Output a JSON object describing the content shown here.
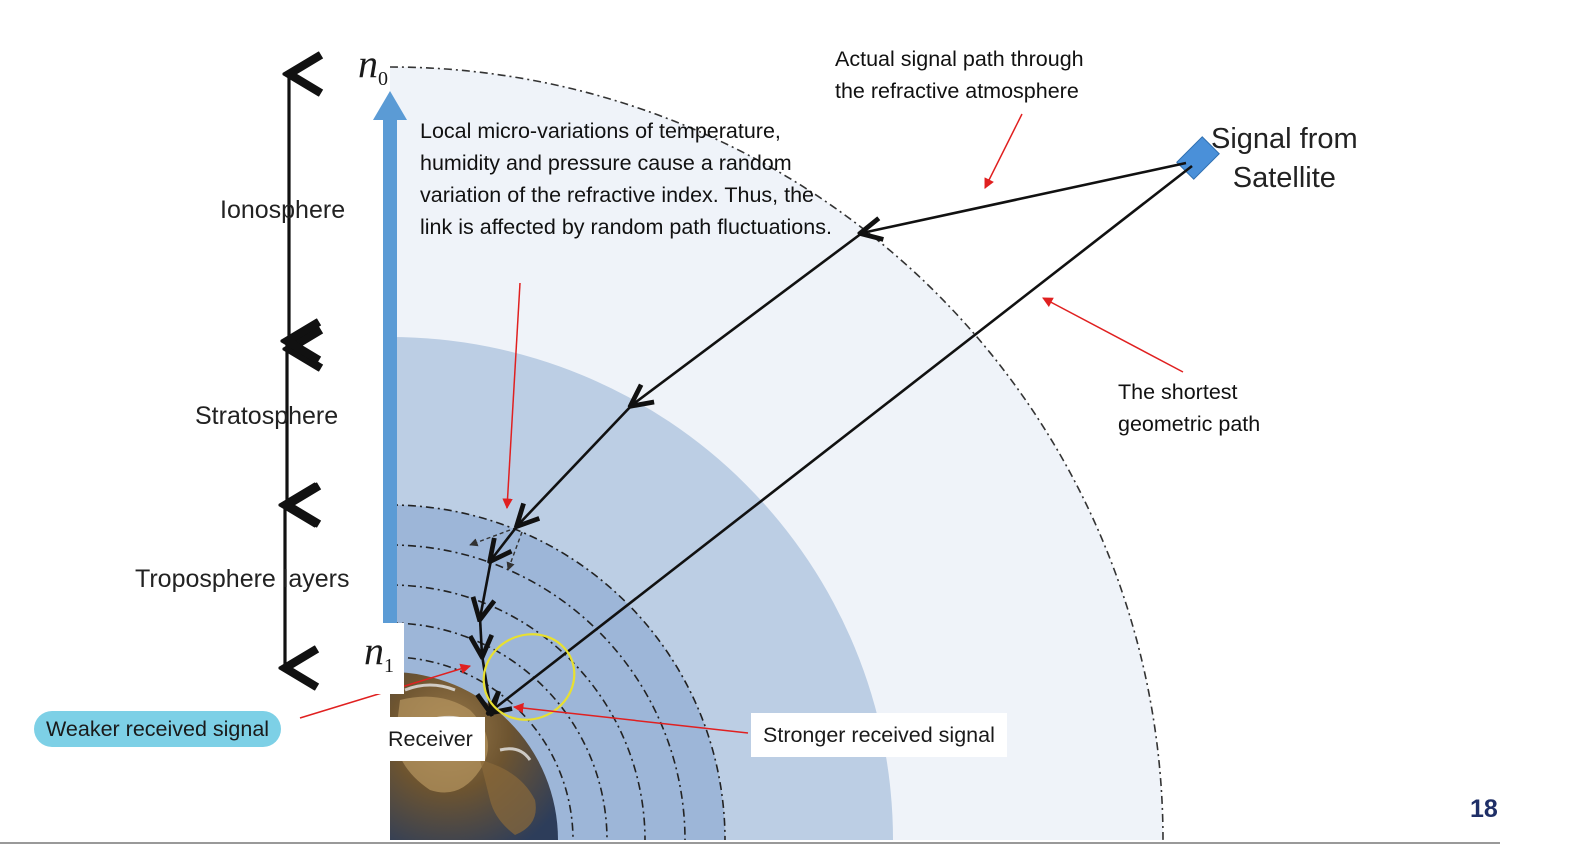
{
  "diagram": {
    "layers": {
      "ionosphere": "Ionosphere",
      "stratosphere": "Stratosphere",
      "troposphere": "Troposphere layers"
    },
    "refractive_index": {
      "n0_symbol": "n",
      "n0_subscript": "0",
      "n1_symbol": "n",
      "n1_subscript": "1"
    },
    "satellite_label": [
      "Signal from",
      "Satellite"
    ],
    "annotations": {
      "micro_variations": "Local micro-variations of temperature, humidity and pressure cause a random variation of the refractive index. Thus, the link is affected by random path fluctuations.",
      "actual_path": [
        "Actual signal path through",
        "the refractive atmosphere"
      ],
      "shortest_path": [
        "The shortest",
        "geometric path"
      ],
      "receiver": "Receiver",
      "weaker_signal": "Weaker received signal",
      "stronger_signal": "Stronger received signal"
    },
    "colors": {
      "ionosphere": "#eff3f9",
      "stratosphere": "#bccee4",
      "troposphere": "#9db6d8",
      "index_arrow": "#5b9bd5",
      "satellite": "#4a90d9",
      "weaker_pill": "#7dd0e6",
      "pointer": "#e02020",
      "ellipse": "#e8e030"
    }
  },
  "slide": {
    "page_number": "18"
  }
}
